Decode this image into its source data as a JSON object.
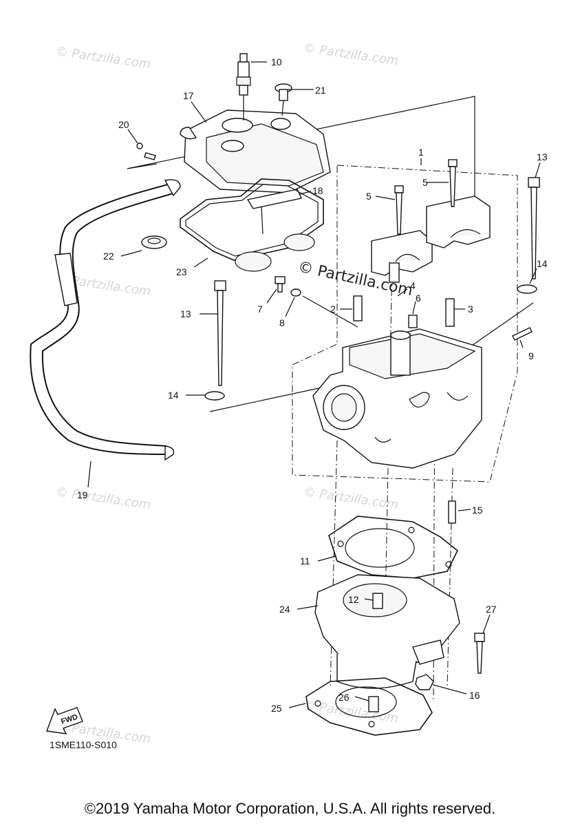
{
  "watermark_text": "Partzilla.com",
  "watermark_symbol": "©",
  "center_watermark": "© Partzilla.com",
  "callouts": {
    "c1": "1",
    "c2": "2",
    "c3": "3",
    "c4": "4",
    "c5a": "5",
    "c5b": "5",
    "c6": "6",
    "c7": "7",
    "c8": "8",
    "c9": "9",
    "c10": "10",
    "c11": "11",
    "c12": "12",
    "c13a": "13",
    "c13b": "13",
    "c14a": "14",
    "c14b": "14",
    "c15": "15",
    "c16": "16",
    "c17": "17",
    "c18": "18",
    "c19": "19",
    "c20": "20",
    "c21": "21",
    "c22": "22",
    "c23": "23",
    "c24": "24",
    "c25": "25",
    "c26": "26",
    "c27": "27"
  },
  "fwd_label": "FWD",
  "diagram_code": "1SME110-S010",
  "copyright": "©2019 Yamaha Motor Corporation, U.S.A. All rights reserved."
}
